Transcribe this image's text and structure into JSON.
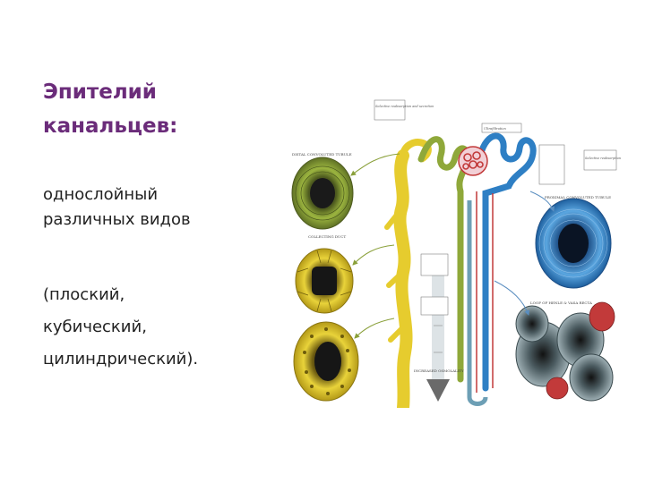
{
  "slide": {
    "title_line1": "Эпителий",
    "title_line2": "канальцев:",
    "text_line1": "однослойный",
    "text_line2": "различных видов",
    "text_line3": "(плоский,",
    "text_line4": "кубический,",
    "text_line5": "цилиндрический)."
  },
  "diagram": {
    "labels": {
      "distal": "DISTAL CONVOLUTED TUBULE",
      "collecting": "COLLECTING DUCT",
      "proximal": "PROXIMAL CONVOLUTED TUBULE",
      "loop": "LOOP OF HENLE & VASA RECTA",
      "ultrafiltration": "Ultrafiltration",
      "selective_reabs": "Selective reabsorption and secretion",
      "selective_abs2": "Selective reabsorption",
      "urine": "INCREASED OSMOLALITY"
    },
    "colors": {
      "yellow": "#e6cc2e",
      "green": "#8fa83a",
      "blue": "#2e7fc4",
      "red": "#d63a3a",
      "gray": "#6d7f86"
    }
  }
}
